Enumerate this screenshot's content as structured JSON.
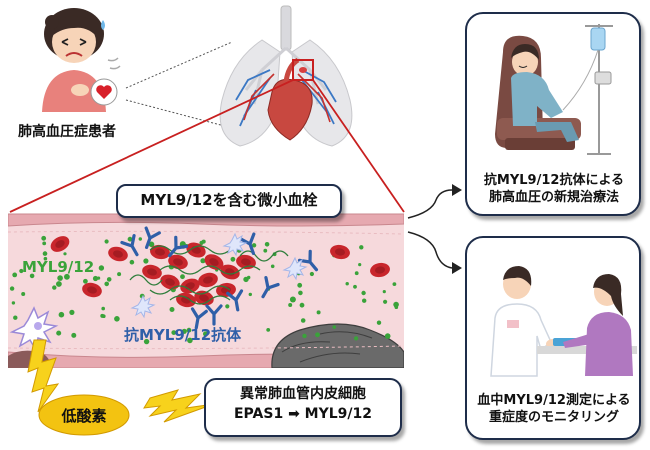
{
  "patient": {
    "label": "肺高血圧症患者"
  },
  "thrombus": {
    "label": "MYL9/12を含む微小血栓"
  },
  "vessel": {
    "myl_label": "MYL9/12",
    "antibody_label": "抗MYL9/12抗体"
  },
  "hypoxia": {
    "label": "低酸素"
  },
  "endothelial": {
    "title": "異常肺血管内皮細胞",
    "pathway_from": "EPAS1",
    "arrow": "➡",
    "pathway_to": "MYL9/12"
  },
  "treatment": {
    "line1": "抗MYL9/12抗体による",
    "line2": "肺高血圧の新規治療法"
  },
  "monitoring": {
    "line1": "血中MYL9/12測定による",
    "line2": "重症度のモニタリング"
  },
  "colors": {
    "vessel_pink": "#f6d9dc",
    "rbc_red": "#c8262c",
    "myl_green": "#3aa33a",
    "antibody_blue": "#2f5fa8",
    "hypoxia_yellow": "#f3c311",
    "box_border": "#1e2d4a"
  }
}
